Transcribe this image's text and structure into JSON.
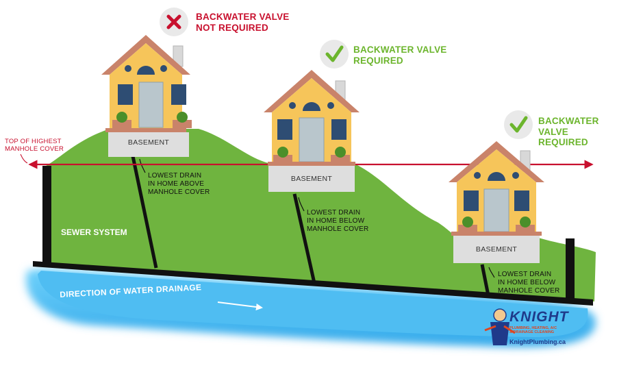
{
  "houses": [
    {
      "status": "bad",
      "status_line1": "BACKWATER VALVE",
      "status_line2": "NOT REQUIRED",
      "status_icon": "x-icon",
      "basement_label": "BASEMENT",
      "drain_note": [
        "LOWEST DRAIN",
        "IN HOME ABOVE",
        "MANHOLE COVER"
      ]
    },
    {
      "status": "good",
      "status_line1": "BACKWATER VALVE",
      "status_line2": "REQUIRED",
      "status_icon": "check-icon",
      "basement_label": "BASEMENT",
      "drain_note": [
        "LOWEST DRAIN",
        "IN HOME BELOW",
        "MANHOLE COVER"
      ]
    },
    {
      "status": "good",
      "status_line1": "BACKWATER VALVE",
      "status_line2": "REQUIRED",
      "status_icon": "check-icon",
      "basement_label": "BASEMENT",
      "drain_note": [
        "LOWEST DRAIN",
        "IN HOME BELOW",
        "MANHOLE COVER"
      ]
    }
  ],
  "manhole_label": [
    "TOP OF HIGHEST",
    "MANHOLE COVER"
  ],
  "sewer_label": "SEWER SYSTEM",
  "drainage_label": "DIRECTION OF WATER DRAINAGE",
  "logo": {
    "name": "KNIGHT",
    "subtitle": [
      "PLUMBING, HEATING, A/C",
      "& DRAINAGE CLEANING"
    ],
    "url": "KnightPlumbing.ca"
  },
  "colors": {
    "bad": "#c8102e",
    "good": "#6cb52d",
    "grass": "#6fb43f",
    "water": "#44b8f0",
    "house_wall": "#f6c55a",
    "roof": "#c9836a",
    "window": "#2e4d73",
    "basement": "#dedede",
    "line": "#c8102e"
  }
}
